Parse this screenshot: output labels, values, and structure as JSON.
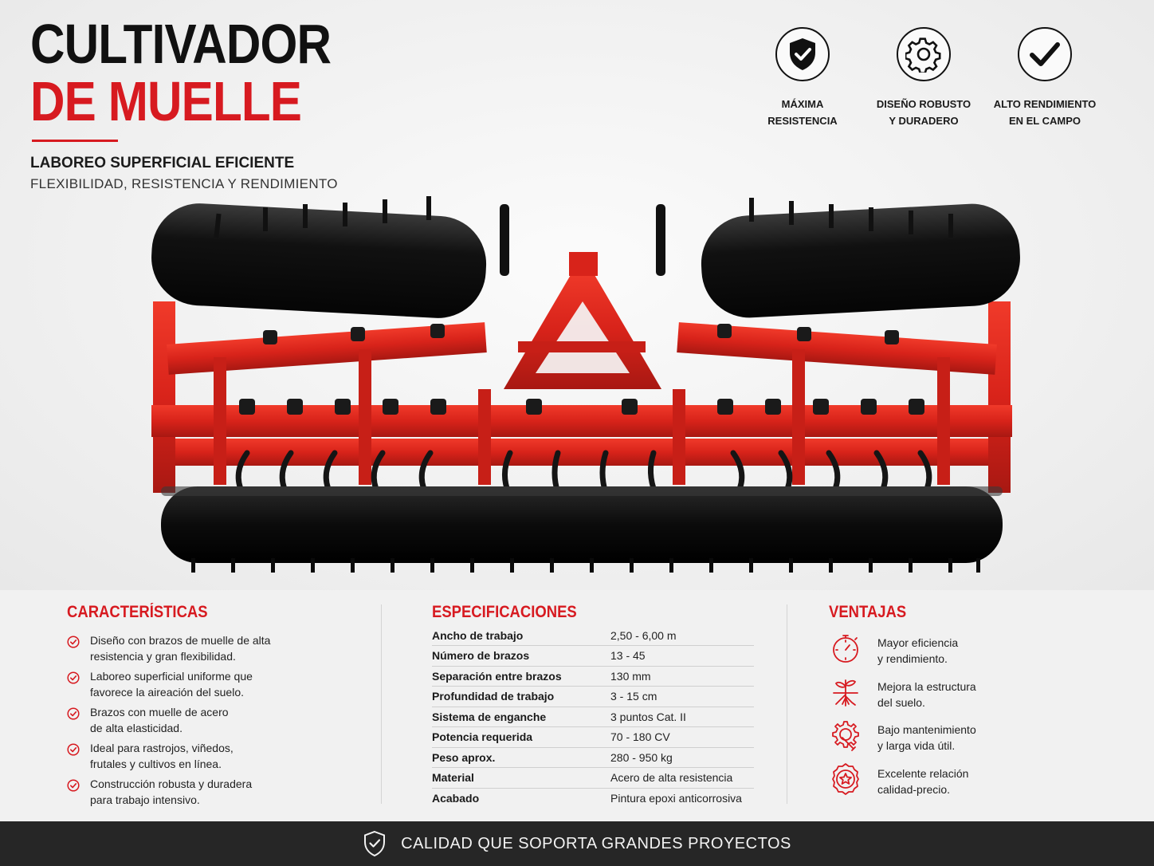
{
  "header": {
    "title_line1": "CULTIVADOR",
    "title_line2": "DE MUELLE",
    "subtitle": "LABOREO SUPERFICIAL EFICIENTE",
    "tagline": "FLEXIBILIDAD, RESISTENCIA Y RENDIMIENTO"
  },
  "badges": [
    {
      "icon": "shield-check-icon",
      "line1": "MÁXIMA",
      "line2": "RESISTENCIA"
    },
    {
      "icon": "gear-icon",
      "line1": "DISEÑO ROBUSTO",
      "line2": "Y DURADERO"
    },
    {
      "icon": "checkmark-icon",
      "line1": "ALTO RENDIMIENTO",
      "line2": "EN EL CAMPO"
    }
  ],
  "caracteristicas": {
    "title": "CARACTERÍSTICAS",
    "items": [
      {
        "line1": "Diseño con brazos de muelle de alta",
        "line2": "resistencia y gran flexibilidad."
      },
      {
        "line1": "Laboreo superficial uniforme que",
        "line2": "favorece la aireación del suelo."
      },
      {
        "line1": "Brazos con muelle de acero",
        "line2": "de alta elasticidad."
      },
      {
        "line1": "Ideal para rastrojos, viñedos,",
        "line2": "frutales y cultivos en línea."
      },
      {
        "line1": "Construcción robusta y duradera",
        "line2": "para trabajo intensivo."
      }
    ]
  },
  "especificaciones": {
    "title": "ESPECIFICACIONES",
    "rows": [
      {
        "key": "Ancho de trabajo",
        "value": "2,50 - 6,00 m"
      },
      {
        "key": "Número de brazos",
        "value": "13 - 45"
      },
      {
        "key": "Separación entre brazos",
        "value": "130 mm"
      },
      {
        "key": "Profundidad de trabajo",
        "value": "3 - 15 cm"
      },
      {
        "key": "Sistema de enganche",
        "value": "3 puntos Cat. II"
      },
      {
        "key": "Potencia requerida",
        "value": "70 - 180 CV"
      },
      {
        "key": "Peso aprox.",
        "value": "280 - 950 kg"
      },
      {
        "key": "Material",
        "value": "Acero de alta resistencia"
      },
      {
        "key": "Acabado",
        "value": "Pintura epoxi anticorrosiva"
      }
    ]
  },
  "ventajas": {
    "title": "VENTAJAS",
    "items": [
      {
        "icon": "stopwatch-icon",
        "line1": "Mayor eficiencia",
        "line2": "y rendimiento."
      },
      {
        "icon": "plant-roots-icon",
        "line1": "Mejora la estructura",
        "line2": "del suelo."
      },
      {
        "icon": "gear-wrench-icon",
        "line1": "Bajo mantenimiento",
        "line2": "y larga vida útil."
      },
      {
        "icon": "star-seal-icon",
        "line1": "Excelente relación",
        "line2": "calidad-precio."
      }
    ]
  },
  "footer": {
    "icon": "shield-check-icon",
    "text": "CALIDAD QUE SOPORTA GRANDES PROYECTOS"
  },
  "colors": {
    "accent_red": "#d71a20",
    "dark": "#111111",
    "footer_bg": "#262626",
    "background": "#f2f2f2"
  }
}
